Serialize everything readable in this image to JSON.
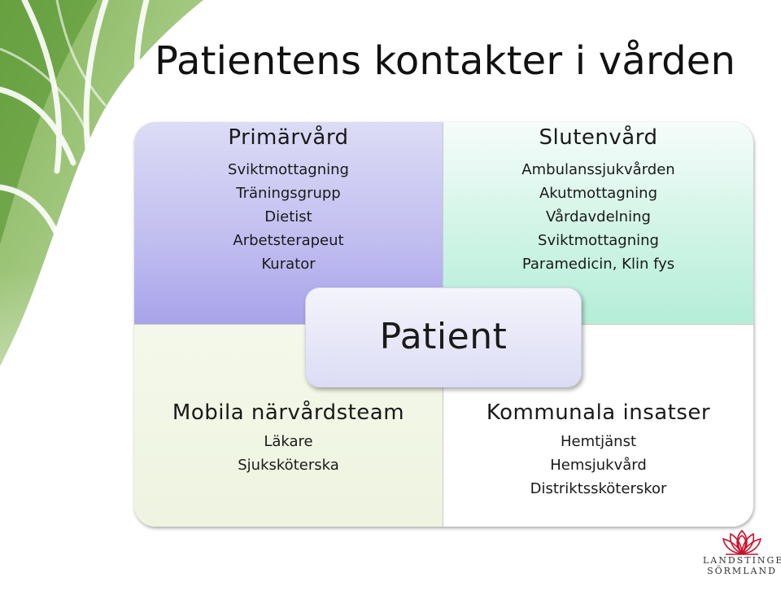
{
  "title": "Patientens kontakter i vården",
  "center": "Patient",
  "quadrants": {
    "top_left": {
      "title": "Primärvård",
      "items": [
        "Sviktmottagning",
        "Träningsgrupp",
        "Dietist",
        "Arbetsterapeut",
        "Kurator"
      ]
    },
    "top_right": {
      "title": "Slutenvård",
      "items": [
        "Ambulanssjukvården",
        "Akutmottagning",
        "Vårdavdelning",
        "Sviktmottagning",
        "Paramedicin, Klin fys"
      ]
    },
    "bottom_left": {
      "title": "Mobila närvårdsteam",
      "items": [
        "Läkare",
        "Sjuksköterska"
      ]
    },
    "bottom_right": {
      "title": "Kommunala insatser",
      "items": [
        "Hemtjänst",
        "Hemsjukvård",
        "Distriktssköterskor"
      ]
    }
  },
  "logo": {
    "line1": "LANDSTINGET",
    "line2": "SÖRMLAND"
  },
  "colors": {
    "primarvard": "#b9b5ee",
    "slutenvard": "#c6f2e1",
    "mobila": "#f1f6e6",
    "kommunala": "#ffffff",
    "patient": "#e6e6f8",
    "leaf_green": "#6fa63a",
    "logo_red": "#c8102e"
  }
}
